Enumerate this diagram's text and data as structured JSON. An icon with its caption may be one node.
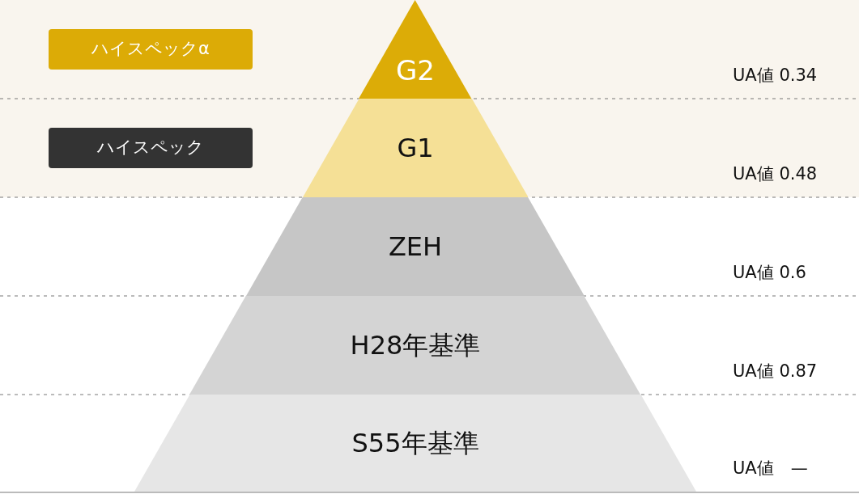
{
  "diagram": {
    "nodes": [
      {
        "text": [
          "ハイスペックα"
        ]
      },
      {
        "text": [
          "G2"
        ]
      },
      {
        "text": [
          "ハイスペック"
        ]
      },
      {
        "text": [
          "G1"
        ]
      },
      {
        "text": [
          "ZEH"
        ]
      },
      {
        "text": [
          "H28年基準"
        ]
      },
      {
        "text": [
          "S55年基準"
        ]
      }
    ],
    "labels": [
      "UA値 0.34",
      "UA値 0.48",
      "UA値 0.6",
      "UA値 0.87",
      "UA値　—"
    ]
  }
}
